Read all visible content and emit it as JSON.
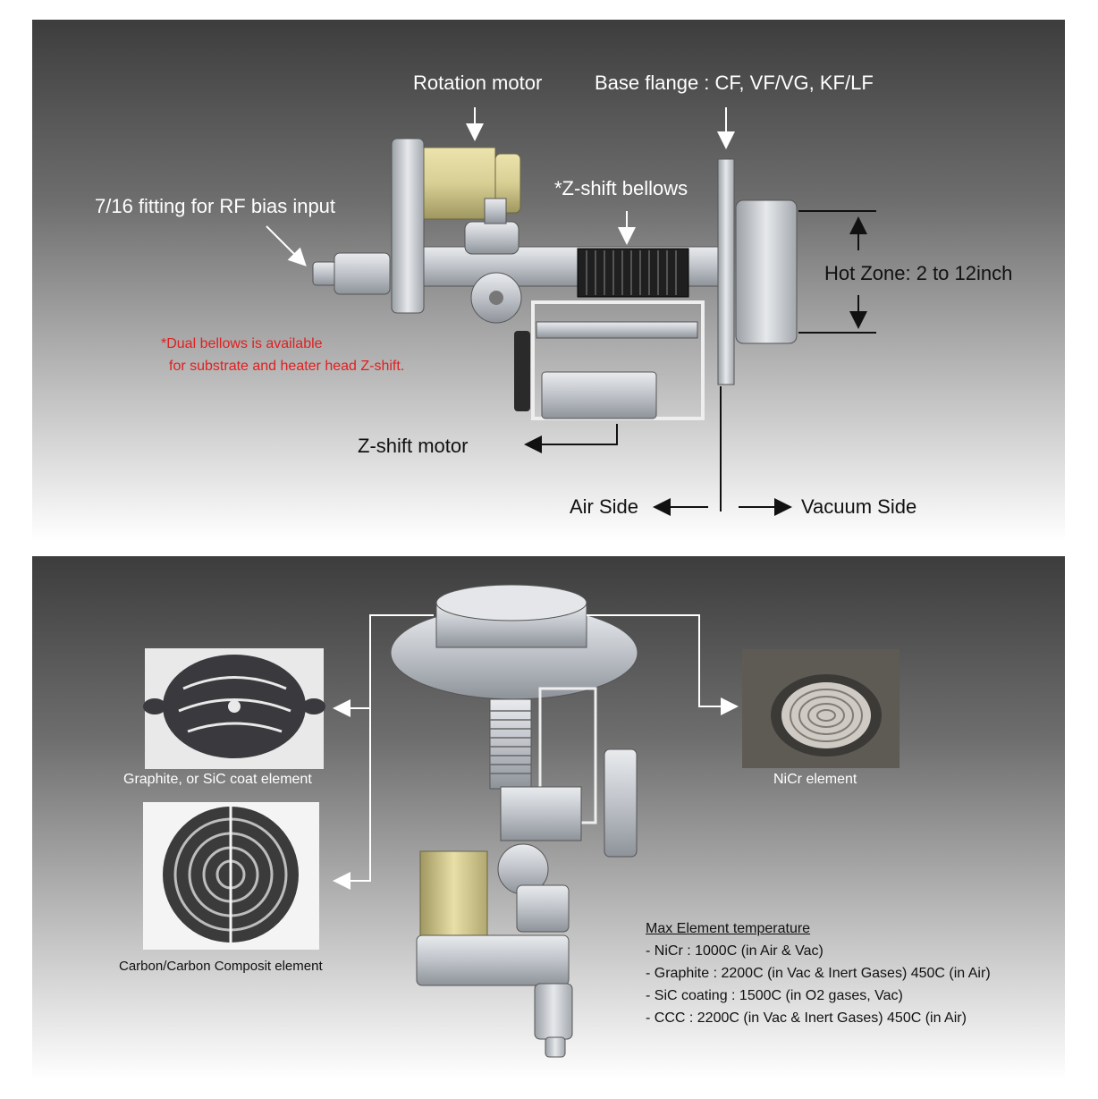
{
  "top": {
    "rotation_motor": "Rotation motor",
    "base_flange": "Base flange : CF, VF/VG, KF/LF",
    "rf_fitting": "7/16 fitting for RF bias input",
    "zshift_bellows": "*Z-shift bellows",
    "hot_zone": "Hot Zone: 2 to 12inch",
    "dual_bellows_1": "*Dual bellows is available",
    "dual_bellows_2": "for substrate and heater head Z-shift.",
    "zshift_motor": "Z-shift motor",
    "air_side": "Air Side",
    "vacuum_side": "Vacuum Side"
  },
  "bottom": {
    "graphite_label": "Graphite, or SiC coat element",
    "carbon_label": "Carbon/Carbon Composit element",
    "nicr_label": "NiCr element",
    "temps_title": "Max Element temperature",
    "temps": [
      "- NiCr : 1000C (in Air & Vac)",
      "- Graphite : 2200C (in Vac & Inert Gases) 450C (in Air)",
      "- SiC coating : 1500C (in O2 gases, Vac)",
      "- CCC : 2200C (in Vac & Inert Gases) 450C (in Air)"
    ]
  },
  "colors": {
    "motor_yellow": "#d8cf95",
    "flange_silver": "#d4d6da",
    "warning_red": "#e02020"
  }
}
